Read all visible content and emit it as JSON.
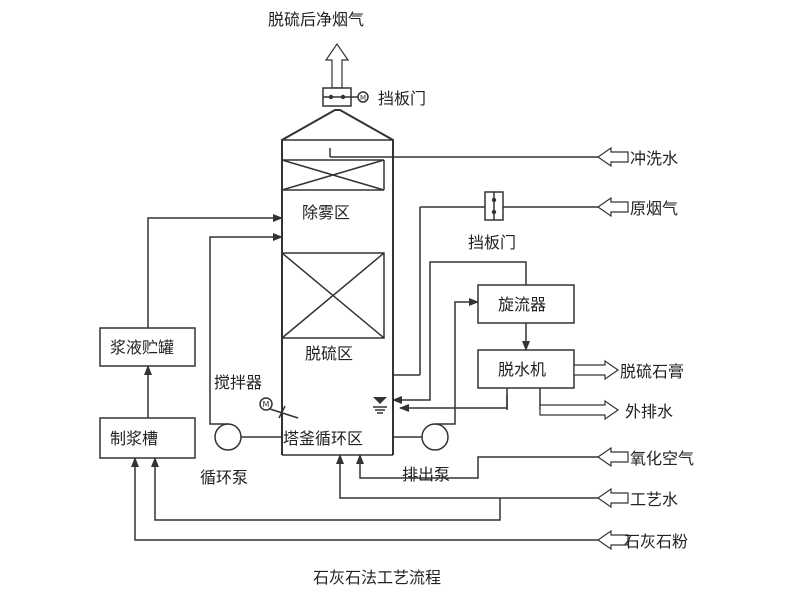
{
  "labels": {
    "clean_gas": "脱硫后净烟气",
    "damper_top": "挡板门",
    "flush_water": "冲洗水",
    "raw_gas": "原烟气",
    "damper_mid": "挡板门",
    "demister_zone": "除雾区",
    "desulfur_zone": "脱硫区",
    "sump_zone": "塔釜循环区",
    "cyclone": "旋流器",
    "dewater": "脱水机",
    "gypsum": "脱硫石膏",
    "waste_water": "外排水",
    "oxidation_air": "氧化空气",
    "process_water": "工艺水",
    "limestone": "石灰石粉",
    "slurry_tank": "浆液贮罐",
    "prep_tank": "制浆槽",
    "agitator": "搅拌器",
    "circ_pump": "循环泵",
    "discharge_pump": "排出泵"
  },
  "caption": "石灰石法工艺流程",
  "icons": {
    "motor": "M",
    "damper": "damper-icon",
    "pump": "pump-icon"
  },
  "colors": {
    "line": "#333333",
    "background": "#ffffff"
  }
}
